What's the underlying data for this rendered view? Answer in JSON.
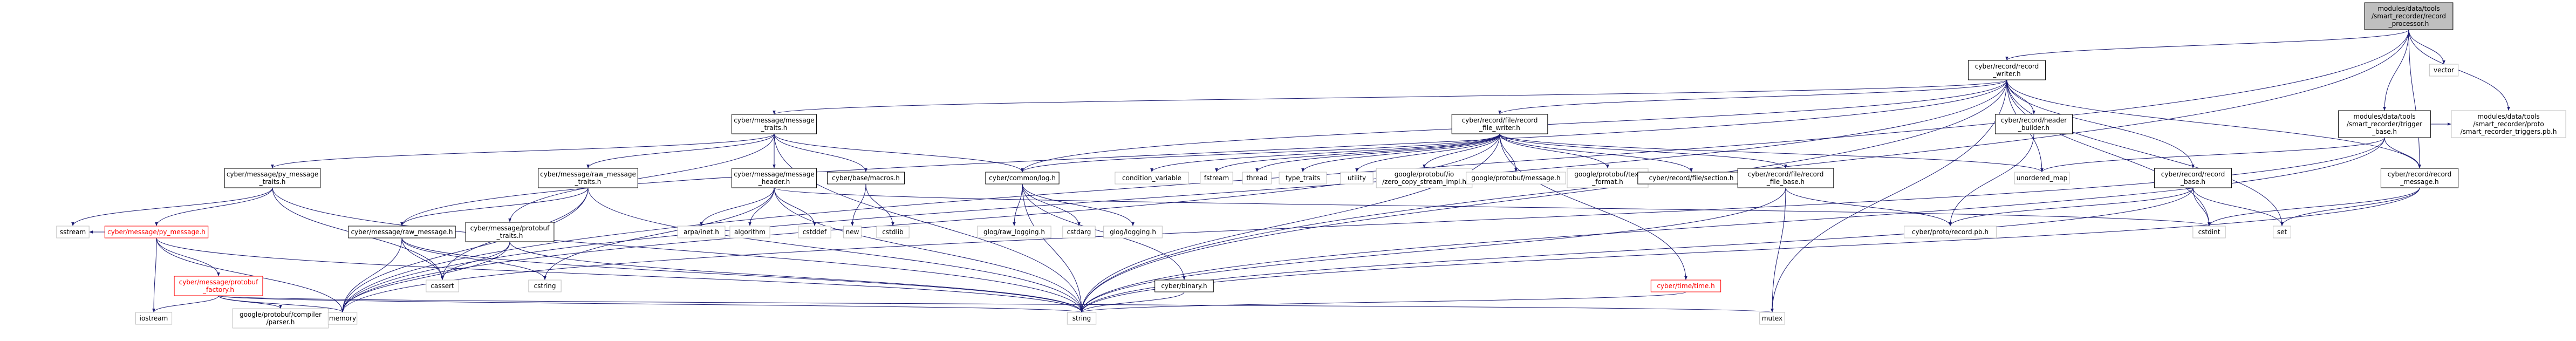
{
  "colors": {
    "edge": "#191970",
    "node_border_black": "#000000",
    "node_border_gray": "#bfbfbf",
    "node_border_red": "#ff0000",
    "root_fill": "#bfbfbf",
    "text": "#000000",
    "red_text": "#ff0000"
  },
  "nodes": [
    {
      "id": "root",
      "lines": [
        "modules/data/tools",
        "/smart_recorder/record",
        "_processor.h"
      ],
      "style": "root"
    },
    {
      "id": "vector",
      "lines": [
        "vector"
      ],
      "style": "gray"
    },
    {
      "id": "record_writer",
      "lines": [
        "cyber/record/record",
        "_writer.h"
      ],
      "style": "black"
    },
    {
      "id": "trigger_base",
      "lines": [
        "modules/data/tools",
        "/smart_recorder/trigger",
        "_base.h"
      ],
      "style": "black"
    },
    {
      "id": "triggers_pb",
      "lines": [
        "modules/data/tools",
        "/smart_recorder/proto",
        "/smart_recorder_triggers.pb.h"
      ],
      "style": "gray"
    },
    {
      "id": "msg_traits",
      "lines": [
        "cyber/message/message",
        "_traits.h"
      ],
      "style": "black"
    },
    {
      "id": "file_writer",
      "lines": [
        "cyber/record/file/record",
        "_file_writer.h"
      ],
      "style": "black"
    },
    {
      "id": "header_builder",
      "lines": [
        "cyber/record/header",
        "_builder.h"
      ],
      "style": "black"
    },
    {
      "id": "record_message",
      "lines": [
        "cyber/record/record",
        "_message.h"
      ],
      "style": "black"
    },
    {
      "id": "py_traits",
      "lines": [
        "cyber/message/py_message",
        "_traits.h"
      ],
      "style": "black"
    },
    {
      "id": "raw_traits",
      "lines": [
        "cyber/message/raw_message",
        "_traits.h"
      ],
      "style": "black"
    },
    {
      "id": "msg_header",
      "lines": [
        "cyber/message/message",
        "_header.h"
      ],
      "style": "black"
    },
    {
      "id": "macros",
      "lines": [
        "cyber/base/macros.h"
      ],
      "style": "black"
    },
    {
      "id": "log",
      "lines": [
        "cyber/common/log.h"
      ],
      "style": "black"
    },
    {
      "id": "condition_variable",
      "lines": [
        "condition_variable"
      ],
      "style": "gray"
    },
    {
      "id": "fstream",
      "lines": [
        "fstream"
      ],
      "style": "gray"
    },
    {
      "id": "thread",
      "lines": [
        "thread"
      ],
      "style": "gray"
    },
    {
      "id": "type_traits",
      "lines": [
        "type_traits"
      ],
      "style": "gray"
    },
    {
      "id": "utility",
      "lines": [
        "utility"
      ],
      "style": "gray"
    },
    {
      "id": "zero_copy",
      "lines": [
        "google/protobuf/io",
        "/zero_copy_stream_impl.h"
      ],
      "style": "gray"
    },
    {
      "id": "gp_message",
      "lines": [
        "google/protobuf/message.h"
      ],
      "style": "gray"
    },
    {
      "id": "gp_text_format",
      "lines": [
        "google/protobuf/text",
        "_format.h"
      ],
      "style": "gray"
    },
    {
      "id": "section",
      "lines": [
        "cyber/record/file/section.h"
      ],
      "style": "black"
    },
    {
      "id": "file_base",
      "lines": [
        "cyber/record/file/record",
        "_file_base.h"
      ],
      "style": "black"
    },
    {
      "id": "unordered_map",
      "lines": [
        "unordered_map"
      ],
      "style": "gray"
    },
    {
      "id": "record_base",
      "lines": [
        "cyber/record/record",
        "_base.h"
      ],
      "style": "black"
    },
    {
      "id": "sstream",
      "lines": [
        "sstream"
      ],
      "style": "gray"
    },
    {
      "id": "py_message",
      "lines": [
        "cyber/message/py_message.h"
      ],
      "style": "red"
    },
    {
      "id": "raw_message",
      "lines": [
        "cyber/message/raw_message.h"
      ],
      "style": "black"
    },
    {
      "id": "pb_traits",
      "lines": [
        "cyber/message/protobuf",
        "_traits.h"
      ],
      "style": "black"
    },
    {
      "id": "arpa_inet",
      "lines": [
        "arpa/inet.h"
      ],
      "style": "gray"
    },
    {
      "id": "algorithm",
      "lines": [
        "algorithm"
      ],
      "style": "gray"
    },
    {
      "id": "cstddef",
      "lines": [
        "cstddef"
      ],
      "style": "gray"
    },
    {
      "id": "new",
      "lines": [
        "new"
      ],
      "style": "gray"
    },
    {
      "id": "cstdlib",
      "lines": [
        "cstdlib"
      ],
      "style": "gray"
    },
    {
      "id": "glog_raw",
      "lines": [
        "glog/raw_logging.h"
      ],
      "style": "gray"
    },
    {
      "id": "cstdarg",
      "lines": [
        "cstdarg"
      ],
      "style": "gray"
    },
    {
      "id": "glog_logging",
      "lines": [
        "glog/logging.h"
      ],
      "style": "gray"
    },
    {
      "id": "binary",
      "lines": [
        "cyber/binary.h"
      ],
      "style": "black"
    },
    {
      "id": "time",
      "lines": [
        "cyber/time/time.h"
      ],
      "style": "red"
    },
    {
      "id": "record_pb",
      "lines": [
        "cyber/proto/record.pb.h"
      ],
      "style": "gray"
    },
    {
      "id": "cstdint",
      "lines": [
        "cstdint"
      ],
      "style": "gray"
    },
    {
      "id": "set",
      "lines": [
        "set"
      ],
      "style": "gray"
    },
    {
      "id": "cassert",
      "lines": [
        "cassert"
      ],
      "style": "gray"
    },
    {
      "id": "cstring",
      "lines": [
        "cstring"
      ],
      "style": "gray"
    },
    {
      "id": "pb_factory",
      "lines": [
        "cyber/message/protobuf",
        "_factory.h"
      ],
      "style": "red"
    },
    {
      "id": "iostream",
      "lines": [
        "iostream"
      ],
      "style": "gray"
    },
    {
      "id": "compiler_parser",
      "lines": [
        "google/protobuf/compiler",
        "/parser.h"
      ],
      "style": "gray"
    },
    {
      "id": "memory",
      "lines": [
        "memory"
      ],
      "style": "gray"
    },
    {
      "id": "string",
      "lines": [
        "string"
      ],
      "style": "gray"
    },
    {
      "id": "mutex",
      "lines": [
        "mutex"
      ],
      "style": "gray"
    }
  ],
  "edges": [
    [
      "root",
      "vector"
    ],
    [
      "root",
      "record_writer"
    ],
    [
      "root",
      "trigger_base"
    ],
    [
      "root",
      "triggers_pb"
    ],
    [
      "root",
      "record_message"
    ],
    [
      "root",
      "memory"
    ],
    [
      "root",
      "string"
    ],
    [
      "record_writer",
      "msg_traits"
    ],
    [
      "record_writer",
      "file_writer"
    ],
    [
      "record_writer",
      "header_builder"
    ],
    [
      "record_writer",
      "record_base"
    ],
    [
      "record_writer",
      "record_message"
    ],
    [
      "record_writer",
      "raw_message"
    ],
    [
      "record_writer",
      "log"
    ],
    [
      "record_writer",
      "unordered_map"
    ],
    [
      "record_writer",
      "cstdint"
    ],
    [
      "record_writer",
      "set"
    ],
    [
      "record_writer",
      "memory"
    ],
    [
      "record_writer",
      "string"
    ],
    [
      "record_writer",
      "mutex"
    ],
    [
      "trigger_base",
      "unordered_map"
    ],
    [
      "trigger_base",
      "record_message"
    ],
    [
      "trigger_base",
      "triggers_pb"
    ],
    [
      "trigger_base",
      "memory"
    ],
    [
      "trigger_base",
      "string"
    ],
    [
      "msg_traits",
      "py_traits"
    ],
    [
      "msg_traits",
      "raw_traits"
    ],
    [
      "msg_traits",
      "msg_header"
    ],
    [
      "msg_traits",
      "macros"
    ],
    [
      "msg_traits",
      "log"
    ],
    [
      "msg_traits",
      "pb_traits"
    ],
    [
      "msg_traits",
      "string"
    ],
    [
      "file_writer",
      "log"
    ],
    [
      "file_writer",
      "condition_variable"
    ],
    [
      "file_writer",
      "fstream"
    ],
    [
      "file_writer",
      "thread"
    ],
    [
      "file_writer",
      "type_traits"
    ],
    [
      "file_writer",
      "utility"
    ],
    [
      "file_writer",
      "zero_copy"
    ],
    [
      "file_writer",
      "gp_message"
    ],
    [
      "file_writer",
      "gp_text_format"
    ],
    [
      "file_writer",
      "section"
    ],
    [
      "file_writer",
      "file_base"
    ],
    [
      "file_writer",
      "unordered_map"
    ],
    [
      "file_writer",
      "time"
    ],
    [
      "file_writer",
      "memory"
    ],
    [
      "file_writer",
      "string"
    ],
    [
      "header_builder",
      "record_pb"
    ],
    [
      "record_message",
      "cstdint"
    ],
    [
      "record_message",
      "set"
    ],
    [
      "record_message",
      "string"
    ],
    [
      "py_traits",
      "py_message"
    ],
    [
      "py_traits",
      "sstream"
    ],
    [
      "py_traits",
      "cassert"
    ],
    [
      "py_traits",
      "string"
    ],
    [
      "raw_traits",
      "raw_message"
    ],
    [
      "raw_traits",
      "cassert"
    ],
    [
      "raw_traits",
      "memory"
    ],
    [
      "raw_traits",
      "string"
    ],
    [
      "msg_header",
      "arpa_inet"
    ],
    [
      "msg_header",
      "algorithm"
    ],
    [
      "msg_header",
      "cstddef"
    ],
    [
      "msg_header",
      "cstring"
    ],
    [
      "msg_header",
      "cstdint"
    ],
    [
      "msg_header",
      "string"
    ],
    [
      "macros",
      "new"
    ],
    [
      "macros",
      "cstdlib"
    ],
    [
      "log",
      "glog_raw"
    ],
    [
      "log",
      "cstdarg"
    ],
    [
      "log",
      "glog_logging"
    ],
    [
      "log",
      "binary"
    ],
    [
      "log",
      "string"
    ],
    [
      "file_base",
      "record_pb"
    ],
    [
      "file_base",
      "string"
    ],
    [
      "file_base",
      "mutex"
    ],
    [
      "record_base",
      "record_pb"
    ],
    [
      "record_base",
      "cstdint"
    ],
    [
      "record_base",
      "set"
    ],
    [
      "record_base",
      "string"
    ],
    [
      "py_message",
      "sstream"
    ],
    [
      "py_message",
      "pb_factory"
    ],
    [
      "py_message",
      "iostream"
    ],
    [
      "py_message",
      "memory"
    ],
    [
      "py_message",
      "string"
    ],
    [
      "raw_message",
      "cassert"
    ],
    [
      "raw_message",
      "cstring"
    ],
    [
      "raw_message",
      "memory"
    ],
    [
      "raw_message",
      "string"
    ],
    [
      "pb_traits",
      "cassert"
    ],
    [
      "pb_traits",
      "memory"
    ],
    [
      "pb_traits",
      "string"
    ],
    [
      "pb_factory",
      "iostream"
    ],
    [
      "pb_factory",
      "compiler_parser"
    ],
    [
      "pb_factory",
      "memory"
    ],
    [
      "pb_factory",
      "mutex"
    ],
    [
      "pb_factory",
      "string"
    ],
    [
      "binary",
      "string"
    ],
    [
      "time",
      "string"
    ]
  ]
}
